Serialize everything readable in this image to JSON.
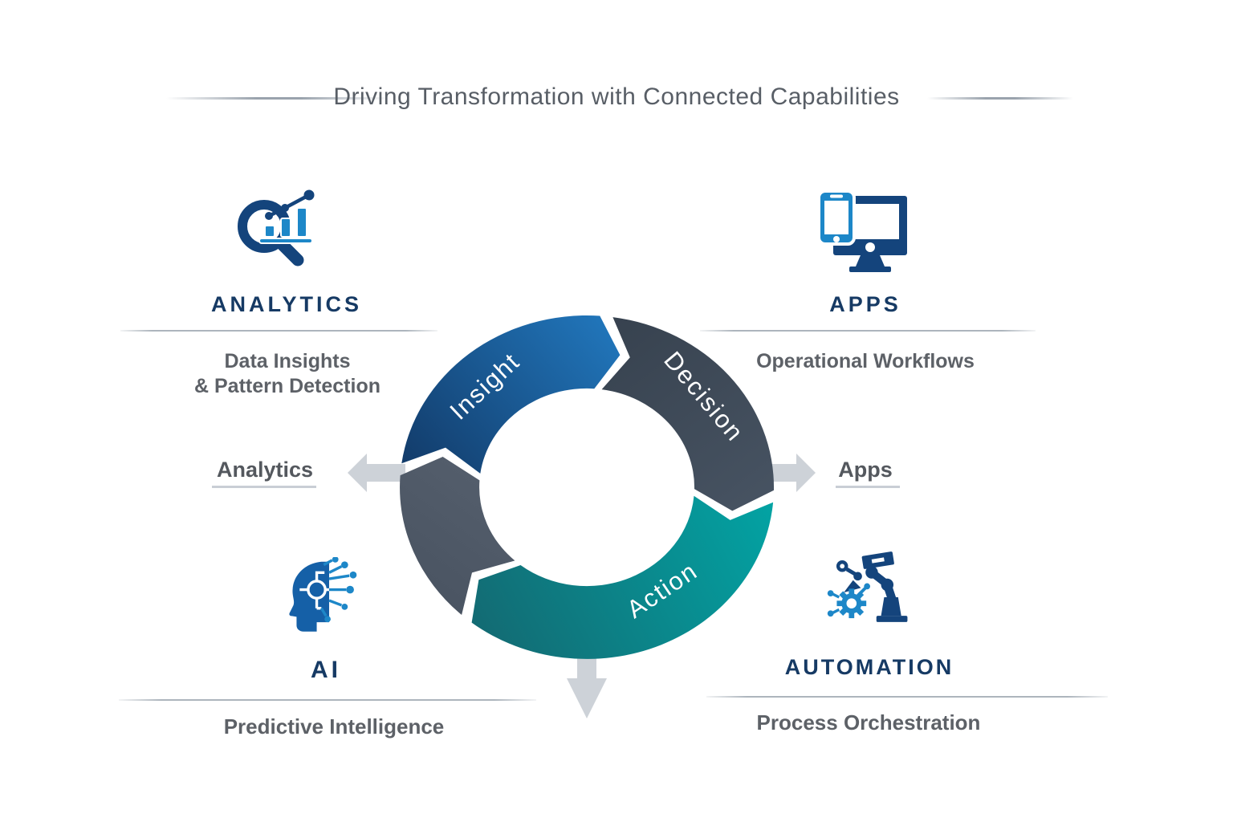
{
  "title": {
    "text": "Driving Transformation with Connected Capabilities"
  },
  "ring": {
    "segments": [
      {
        "id": "insight",
        "label": "Insight"
      },
      {
        "id": "decision",
        "label": "Decision"
      },
      {
        "id": "action",
        "label": "Action"
      },
      {
        "id": "connector",
        "label": ""
      }
    ]
  },
  "side_labels": {
    "left": "Analytics",
    "right": "Apps"
  },
  "quadrants": [
    {
      "id": "analytics",
      "heading": "ANALYTICS",
      "subtitle_lines": [
        "Data Insights",
        "& Pattern Detection"
      ],
      "icon": "magnifier-bar-chart-icon"
    },
    {
      "id": "apps",
      "heading": "APPS",
      "subtitle_lines": [
        "Operational Workflows"
      ],
      "icon": "desktop-mobile-icon"
    },
    {
      "id": "ai",
      "heading": "AI",
      "subtitle_lines": [
        "Predictive Intelligence"
      ],
      "icon": "ai-head-circuit-icon"
    },
    {
      "id": "automation",
      "heading": "AUTOMATION",
      "subtitle_lines": [
        "Process Orchestration"
      ],
      "icon": "robot-arm-gear-icon"
    }
  ],
  "colors": {
    "heading_navy": "#163a64",
    "icon_navy": "#14447c",
    "icon_accent": "#1d87c8",
    "icon_blue_mid": "#1560a7",
    "title_gray": "#585e66",
    "text_gray": "#5d6167",
    "line_gray": "#adb5bd",
    "underline_gray": "#c9ced5",
    "arrow_gray": "#cdd2d8",
    "blue_dark": "#123a68",
    "blue_bright": "#2176bb",
    "decision_from": "#37424f",
    "decision_to": "#475362",
    "teal_dark": "#14666f",
    "teal_bright": "#02a5a5",
    "grayseg_from": "#47515f",
    "grayseg_to": "#555f6d",
    "label_white": "#ffffff"
  }
}
